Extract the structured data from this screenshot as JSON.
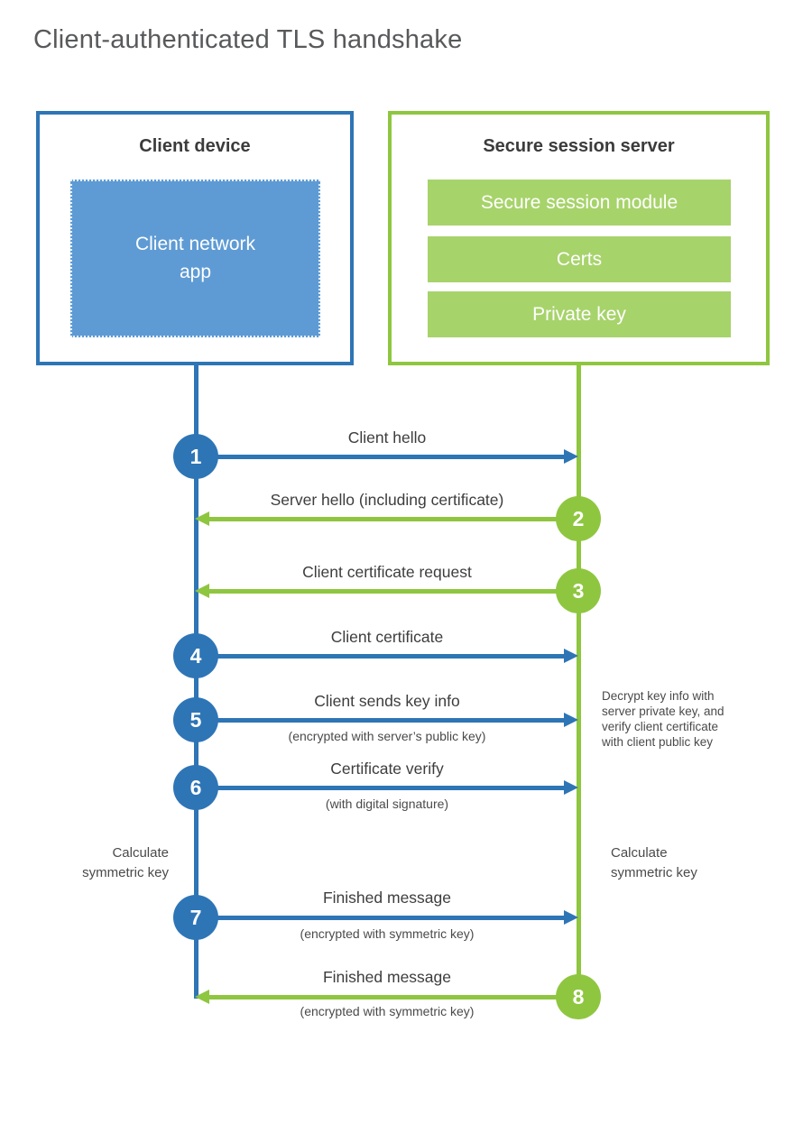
{
  "title": "Client-authenticated TLS handshake",
  "client_box": {
    "title": "Client device",
    "app_lines": [
      "Client network",
      "app"
    ]
  },
  "server_box": {
    "title": "Secure session server",
    "modules": [
      "Secure session module",
      "Certs",
      "Private key"
    ]
  },
  "steps": [
    {
      "num": "1",
      "label": "Client hello",
      "sublabel": "",
      "from": "client",
      "to": "server"
    },
    {
      "num": "2",
      "label": "Server hello (including certificate)",
      "sublabel": "",
      "from": "server",
      "to": "client"
    },
    {
      "num": "3",
      "label": "Client certificate request",
      "sublabel": "",
      "from": "server",
      "to": "client"
    },
    {
      "num": "4",
      "label": "Client certificate",
      "sublabel": "",
      "from": "client",
      "to": "server"
    },
    {
      "num": "5",
      "label": "Client sends key info",
      "sublabel": "(encrypted with server’s public key)",
      "from": "client",
      "to": "server"
    },
    {
      "num": "6",
      "label": "Certificate verify",
      "sublabel": "(with digital signature)",
      "from": "client",
      "to": "server"
    },
    {
      "num": "7",
      "label": "Finished message",
      "sublabel": "(encrypted with symmetric key)",
      "from": "client",
      "to": "server"
    },
    {
      "num": "8",
      "label": "Finished message",
      "sublabel": "(encrypted with symmetric key)",
      "from": "server",
      "to": "client"
    }
  ],
  "annotations": {
    "decrypt_note": [
      "Decrypt key info with",
      "server private key, and",
      "verify client certificate",
      "with client public key"
    ],
    "calc_left": [
      "Calculate",
      "symmetric key"
    ],
    "calc_right": [
      "Calculate",
      "symmetric key"
    ]
  },
  "colors": {
    "client_blue": "#2e75b6",
    "client_app_fill": "#5e9bd4",
    "server_green": "#8fc640",
    "server_bar_fill": "#a7d36b",
    "label_text": "#3d3d3d",
    "title_gray": "#58595b"
  }
}
